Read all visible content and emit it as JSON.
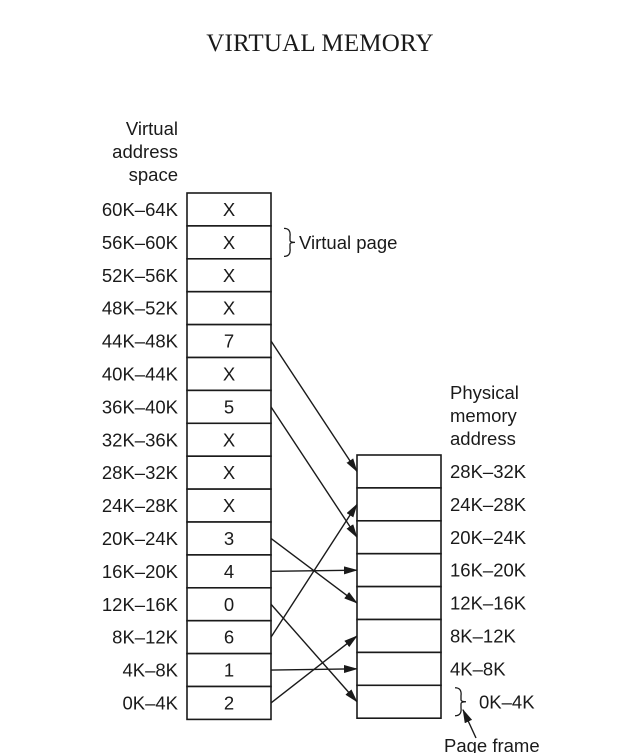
{
  "title": "VIRTUAL MEMORY",
  "virtual_header": [
    "Virtual",
    "address",
    "space"
  ],
  "physical_header": [
    "Physical",
    "memory",
    "address"
  ],
  "virtual_page_label": "Virtual page",
  "page_frame_label": "Page frame",
  "virtual_pages": [
    {
      "range": "60K–64K",
      "frame": "X"
    },
    {
      "range": "56K–60K",
      "frame": "X"
    },
    {
      "range": "52K–56K",
      "frame": "X"
    },
    {
      "range": "48K–52K",
      "frame": "X"
    },
    {
      "range": "44K–48K",
      "frame": "7"
    },
    {
      "range": "40K–44K",
      "frame": "X"
    },
    {
      "range": "36K–40K",
      "frame": "5"
    },
    {
      "range": "32K–36K",
      "frame": "X"
    },
    {
      "range": "28K–32K",
      "frame": "X"
    },
    {
      "range": "24K–28K",
      "frame": "X"
    },
    {
      "range": "20K–24K",
      "frame": "3"
    },
    {
      "range": "16K–20K",
      "frame": "4"
    },
    {
      "range": "12K–16K",
      "frame": "0"
    },
    {
      "range": "8K–12K",
      "frame": "6"
    },
    {
      "range": "4K–8K",
      "frame": "1"
    },
    {
      "range": "0K–4K",
      "frame": "2"
    }
  ],
  "physical_frames": [
    {
      "range": "28K–32K"
    },
    {
      "range": "24K–28K"
    },
    {
      "range": "20K–24K"
    },
    {
      "range": "16K–20K"
    },
    {
      "range": "12K–16K"
    },
    {
      "range": "8K–12K"
    },
    {
      "range": "4K–8K"
    },
    {
      "range": "0K–4K"
    }
  ],
  "colors": {
    "ink": "#1a1a1a",
    "background": "#ffffff"
  }
}
